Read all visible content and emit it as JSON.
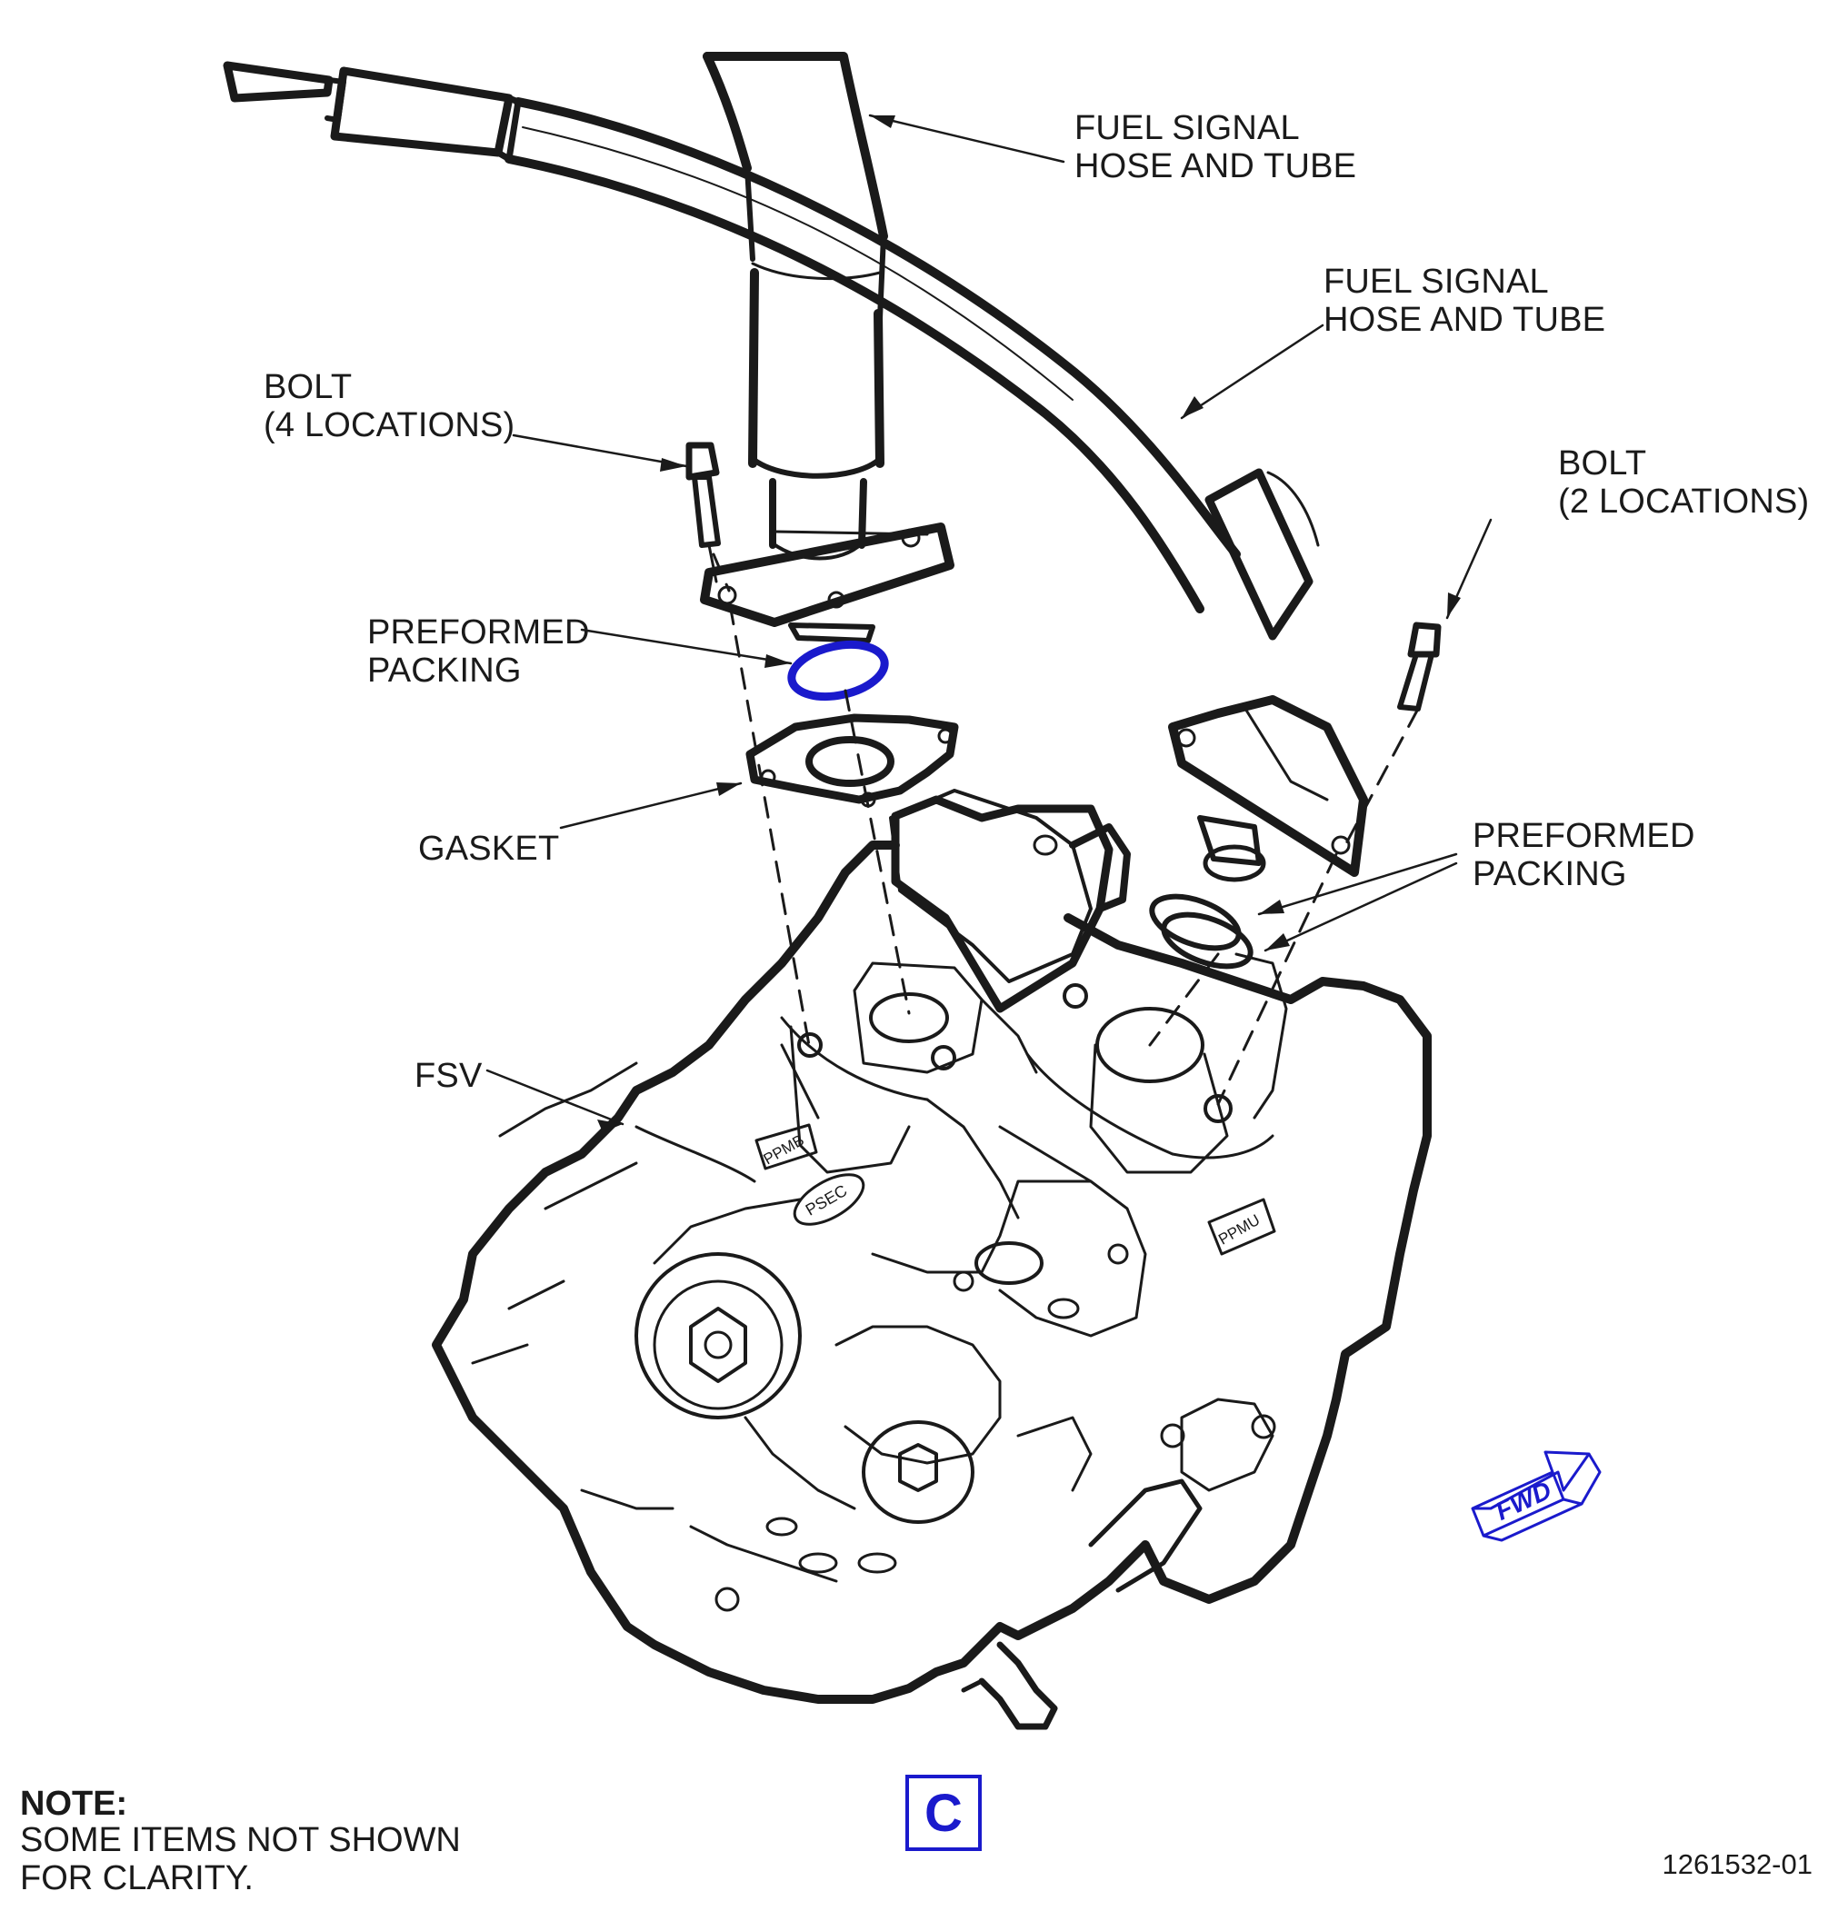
{
  "labels": {
    "hose1": "FUEL SIGNAL\nHOSE AND TUBE",
    "hose2": "FUEL SIGNAL\nHOSE AND TUBE",
    "bolt4": "BOLT\n(4 LOCATIONS)",
    "bolt2": "BOLT\n(2 LOCATIONS)",
    "packing1": "PREFORMED\nPACKING",
    "packing2": "PREFORMED\nPACKING",
    "gasket": "GASKET",
    "fsv": "FSV"
  },
  "note": {
    "title": "NOTE:",
    "body": "SOME ITEMS NOT SHOWN\nFOR CLARITY."
  },
  "view_letter": "C",
  "figure_number": "1261532-01",
  "fwd_arrow": "FWD",
  "part_markings": {
    "ppmb": "PPMB",
    "psec": "PSEC",
    "ppmu": "PPMU"
  },
  "colors": {
    "line": "#1a1a1a",
    "highlight": "#1a1acc"
  }
}
